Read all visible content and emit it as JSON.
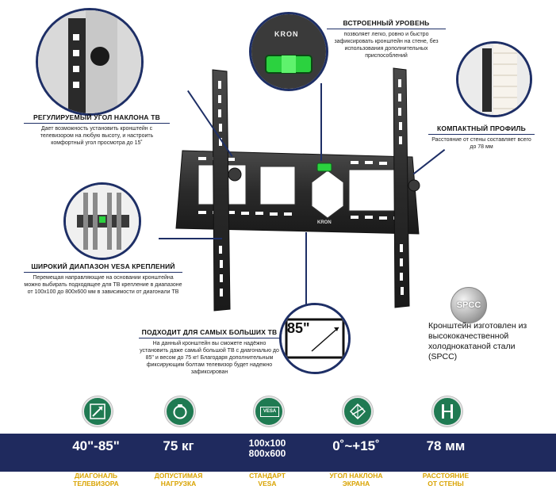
{
  "callouts": {
    "tilt": {
      "title": "РЕГУЛИРУЕМЫЙ УГОЛ НАКЛОНА ТВ",
      "text": "Дает возможность установить кронштейн с телевизором на любую высоту, и настроить комфортный угол просмотра до 15˚"
    },
    "level": {
      "title": "ВСТРОЕННЫЙ УРОВЕНЬ",
      "text": "позволяет легко, ровно и быстро зафиксировать кронштейн на стене, без использования дополнительных приспособлений",
      "logo": "KRON"
    },
    "profile": {
      "title": "КОМПАКТНЫЙ ПРОФИЛЬ",
      "text": "Расстояние от стены составляет всего до 78 мм"
    },
    "vesa": {
      "title": "ШИРОКИЙ ДИАПАЗОН VESA КРЕПЛЕНИЙ",
      "text": "Перемещая направляющие на основании кронштейна можно выбирать подходящее для ТВ крепление в диапазоне от 100x100 до 800x600 мм в зависимости от диагонали ТВ"
    },
    "big_tv": {
      "title": "ПОДХОДИТ ДЛЯ САМЫХ БОЛЬШИХ ТВ",
      "text": "На данный кронштейн вы сможете надёжно установить даже самый большой ТВ с диагональю до 85\" и весом до 75 кг! Благодаря дополнительным фиксирующим болтам телевизор будет надежно зафиксирован",
      "badge": "85\""
    },
    "spcc": {
      "badge": "SPCC",
      "text": "Кронштейн изготовлен из высококачественной холоднокатаной стали (SPCC)"
    }
  },
  "specs": [
    {
      "value": "40\"-85\"",
      "caption_1": "ДИАГОНАЛЬ",
      "caption_2": "ТЕЛЕВИЗОРА",
      "icon": "diagonal-icon"
    },
    {
      "value": "75 кг",
      "caption_1": "ДОПУСТИМАЯ",
      "caption_2": "НАГРУЗКА",
      "icon": "weight-icon"
    },
    {
      "value_1": "100x100",
      "value_2": "800x600",
      "caption_1": "СТАНДАРТ",
      "caption_2": "VESA",
      "icon": "vesa-icon",
      "icon_label": "VESA"
    },
    {
      "value": "0˚~+15˚",
      "caption_1": "УГОЛ НАКЛОНА",
      "caption_2": "ЭКРАНА",
      "icon": "tilt-angle-icon"
    },
    {
      "value": "78 мм",
      "caption_1": "РАССТОЯНИЕ",
      "caption_2": "ОТ СТЕНЫ",
      "icon": "wall-distance-icon"
    }
  ],
  "product": {
    "bracket_logo": "KRON"
  },
  "colors": {
    "navy": "#1f2a5e",
    "green": "#1f7a52",
    "gold": "#d9a300",
    "level_green": "#2bd23f"
  }
}
